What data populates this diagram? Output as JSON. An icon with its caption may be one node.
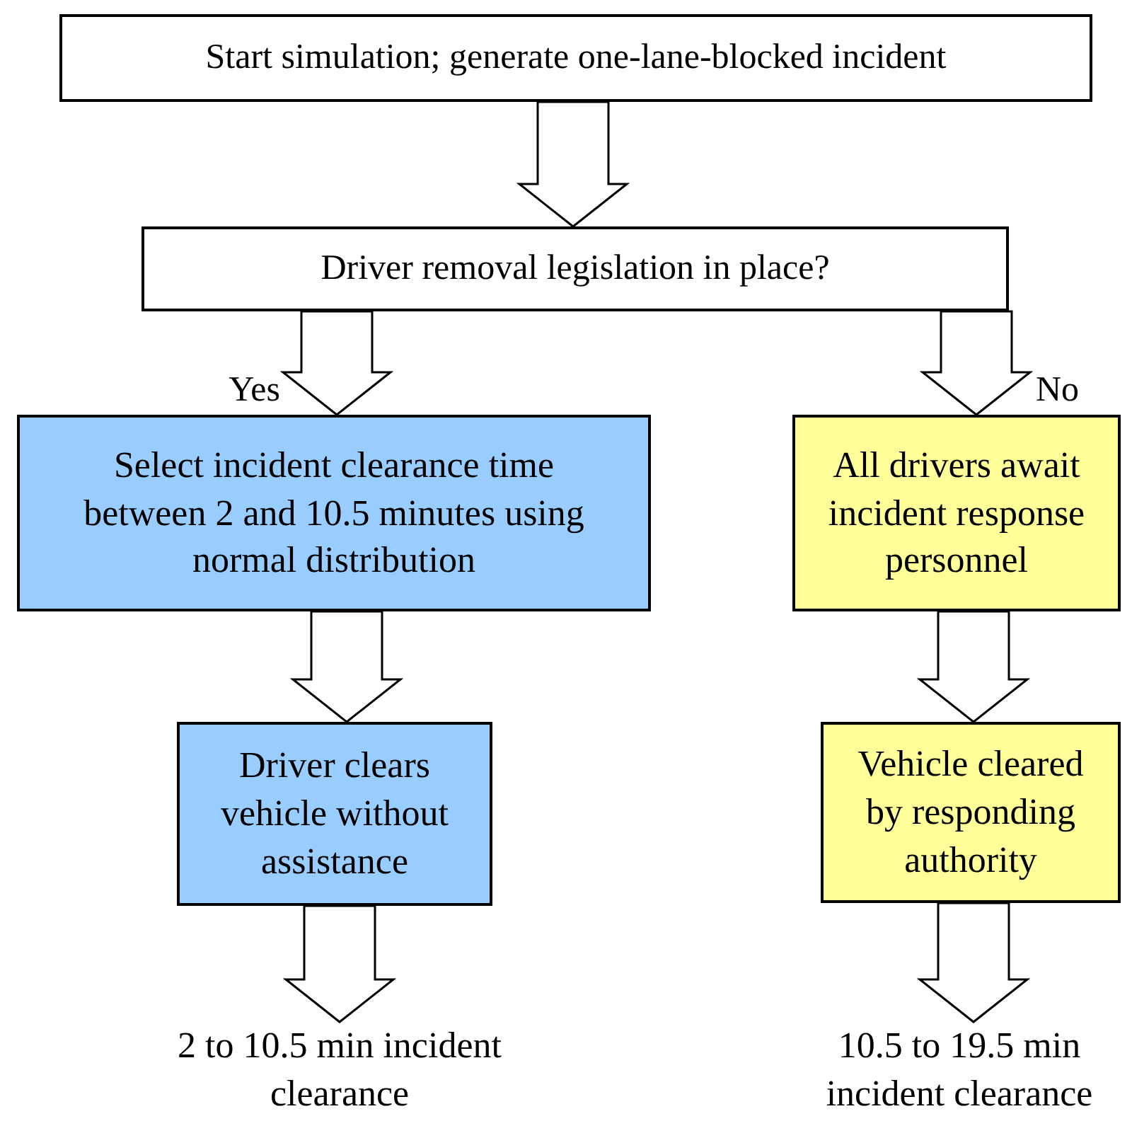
{
  "diagram": {
    "nodes": [
      {
        "text": [
          "Start simulation; generate one-lane-blocked incident"
        ]
      },
      {
        "text": [
          "Driver removal legislation in place?"
        ]
      },
      {
        "text": [
          "Select incident clearance time between 2 and 10.5 minutes using normal distribution"
        ]
      },
      {
        "text": [
          "All drivers await incident response personnel"
        ]
      },
      {
        "text": [
          "Driver clears vehicle without assistance"
        ]
      },
      {
        "text": [
          "Vehicle cleared by responding authority"
        ]
      },
      {
        "text": [
          "2 to 10.5 min incident clearance"
        ]
      },
      {
        "text": [
          "10.5 to 19.5 min incident clearance"
        ]
      }
    ],
    "edges": [
      {
        "from": 0,
        "to": 1,
        "arrow": "to"
      },
      {
        "from": 1,
        "to": 2,
        "arrow": "to",
        "label": "Yes"
      },
      {
        "from": 1,
        "to": 3,
        "arrow": "to",
        "label": "No"
      },
      {
        "from": 2,
        "to": 4,
        "arrow": "to"
      },
      {
        "from": 3,
        "to": 5,
        "arrow": "to"
      },
      {
        "from": 4,
        "to": 6,
        "arrow": "to"
      },
      {
        "from": 5,
        "to": 7,
        "arrow": "to"
      }
    ]
  }
}
